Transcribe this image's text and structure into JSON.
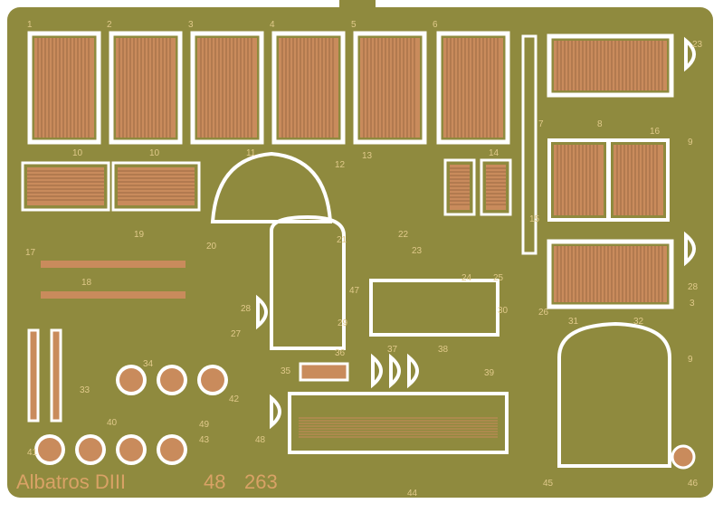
{
  "fret": {
    "title": "Albatros DIII",
    "scale": "48",
    "set_number": "263",
    "part_numbers": [
      "1",
      "2",
      "3",
      "4",
      "5",
      "6",
      "7",
      "8",
      "9",
      "10",
      "10",
      "11",
      "12",
      "13",
      "14",
      "15",
      "16",
      "17",
      "18",
      "19",
      "20",
      "21",
      "22",
      "23",
      "24",
      "25",
      "26",
      "27",
      "28",
      "29",
      "30",
      "31",
      "32",
      "33",
      "34",
      "35",
      "36",
      "37",
      "38",
      "39",
      "40",
      "41",
      "42",
      "43",
      "44",
      "45",
      "46",
      "47",
      "48",
      "49",
      "23",
      "28",
      "9",
      "3"
    ]
  },
  "colors": {
    "brass": "#8f8a3e",
    "copper": "#c98b5c",
    "cutout": "#ffffff",
    "label": "#e0c98a"
  }
}
